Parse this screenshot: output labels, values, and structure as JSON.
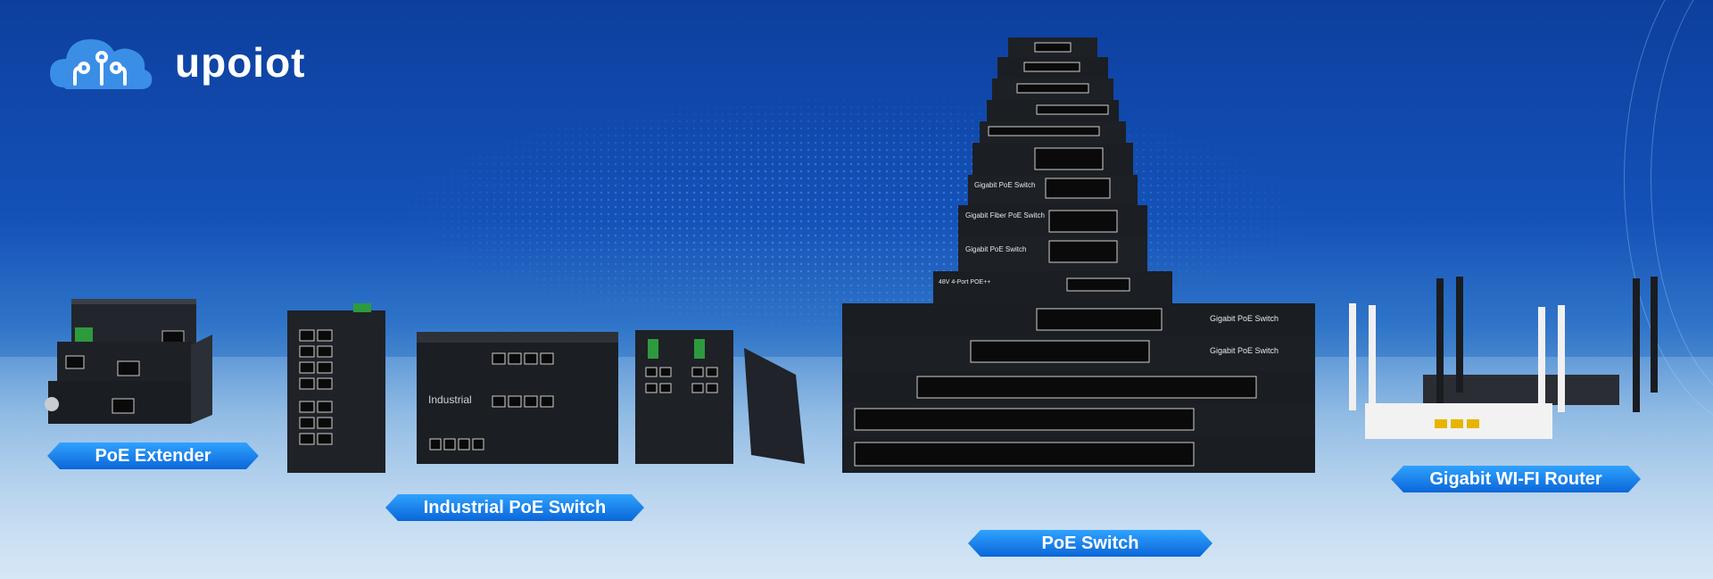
{
  "brand": {
    "name": "upoiot",
    "icon": "cloud-network-icon"
  },
  "labels": {
    "extender": "PoE Extender",
    "industrial": "Industrial PoE Switch",
    "switch": "PoE Switch",
    "router": "Gigabit WI-FI Router"
  },
  "devices": {
    "ind_chassis": "Industrial",
    "s7": "Gigabit PoE Switch",
    "s8": "Gigabit Fiber PoE Switch",
    "s9": "Gigabit PoE Switch",
    "s10": "48V 4-Port POE++",
    "b1": "Gigabit PoE Switch",
    "b2": "Gigabit PoE Switch"
  },
  "colors": {
    "accent": "#1a7fe8",
    "background_top": "#0d3f9e",
    "device_body": "#1c1f24",
    "router_white": "#f2f2f2"
  }
}
